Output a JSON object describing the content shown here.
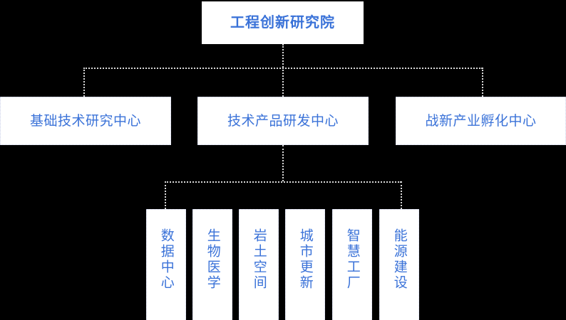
{
  "diagram": {
    "title_text": "工程创新研究院",
    "type": "organization-chart",
    "background_color": "#000000",
    "node_fill_color": "#ffffff",
    "node_text_color": "#3a72d8",
    "connector_color": "#d8d8d8",
    "root": {
      "label": "工程创新研究院"
    },
    "level2": [
      {
        "label": "基础技术研究中心"
      },
      {
        "label": "技术产品研发中心"
      },
      {
        "label": "战新产业孵化中心"
      }
    ],
    "level3_parent": "技术产品研发中心",
    "level3": [
      {
        "label": "数据中心"
      },
      {
        "label": "生物医学"
      },
      {
        "label": "岩土空间"
      },
      {
        "label": "城市更新"
      },
      {
        "label": "智慧工厂"
      },
      {
        "label": "能源建设"
      }
    ]
  }
}
